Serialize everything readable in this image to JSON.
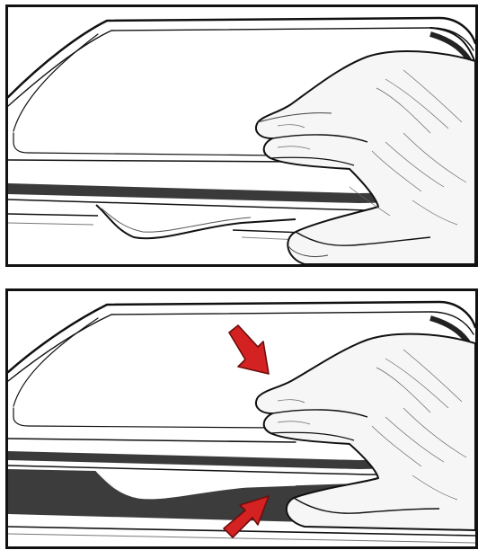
{
  "figure": {
    "panels": [
      {
        "id": "before",
        "arrows": 0
      },
      {
        "id": "after",
        "arrows": 2
      }
    ],
    "colors": {
      "outline": "#111111",
      "tray_shadow": "#3a3a3a",
      "arrow_fill": "#d42222",
      "arrow_stroke": "#6e0d0d",
      "skin": "#f6f6f6"
    }
  }
}
